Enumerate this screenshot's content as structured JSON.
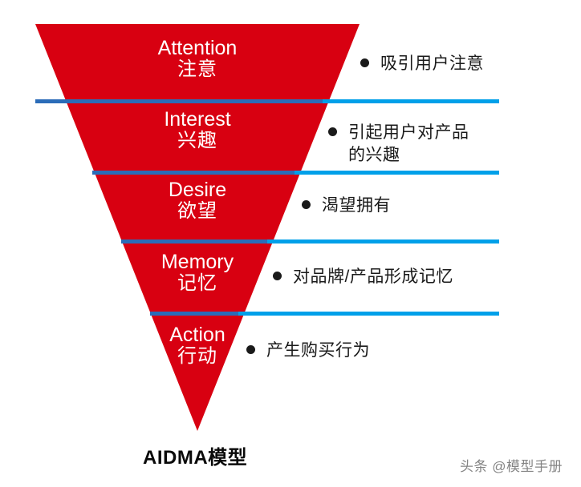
{
  "diagram": {
    "caption": "AIDMA模型",
    "watermark": "头条 @模型手册",
    "colors": {
      "funnel_red": "#D80011",
      "divider_blue": "#00A0E9",
      "divider_blue_over_red": "#2B6CB8",
      "text_white": "#FFFFFF",
      "text_black": "#1A1A1A",
      "background": "#FFFFFF"
    },
    "stages": [
      {
        "en": "Attention",
        "cn": "注意",
        "bullet": "吸引用户注意"
      },
      {
        "en": "Interest",
        "cn": "兴趣",
        "bullet": "引起用户对产品\n的兴趣"
      },
      {
        "en": "Desire",
        "cn": "欲望",
        "bullet": "渴望拥有"
      },
      {
        "en": "Memory",
        "cn": "记忆",
        "bullet": "对品牌/产品形成记忆"
      },
      {
        "en": "Action",
        "cn": "行动",
        "bullet": "产生购买行为"
      }
    ]
  }
}
